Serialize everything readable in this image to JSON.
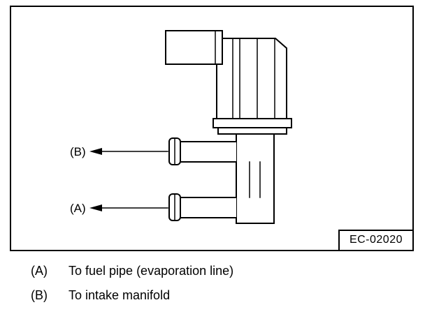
{
  "figure": {
    "code": "EC-02020",
    "callouts": {
      "a": {
        "label": "(A)"
      },
      "b": {
        "label": "(B)"
      }
    }
  },
  "legend": {
    "items": [
      {
        "key": "(A)",
        "text": "To fuel pipe (evaporation line)"
      },
      {
        "key": "(B)",
        "text": "To intake manifold"
      }
    ]
  }
}
